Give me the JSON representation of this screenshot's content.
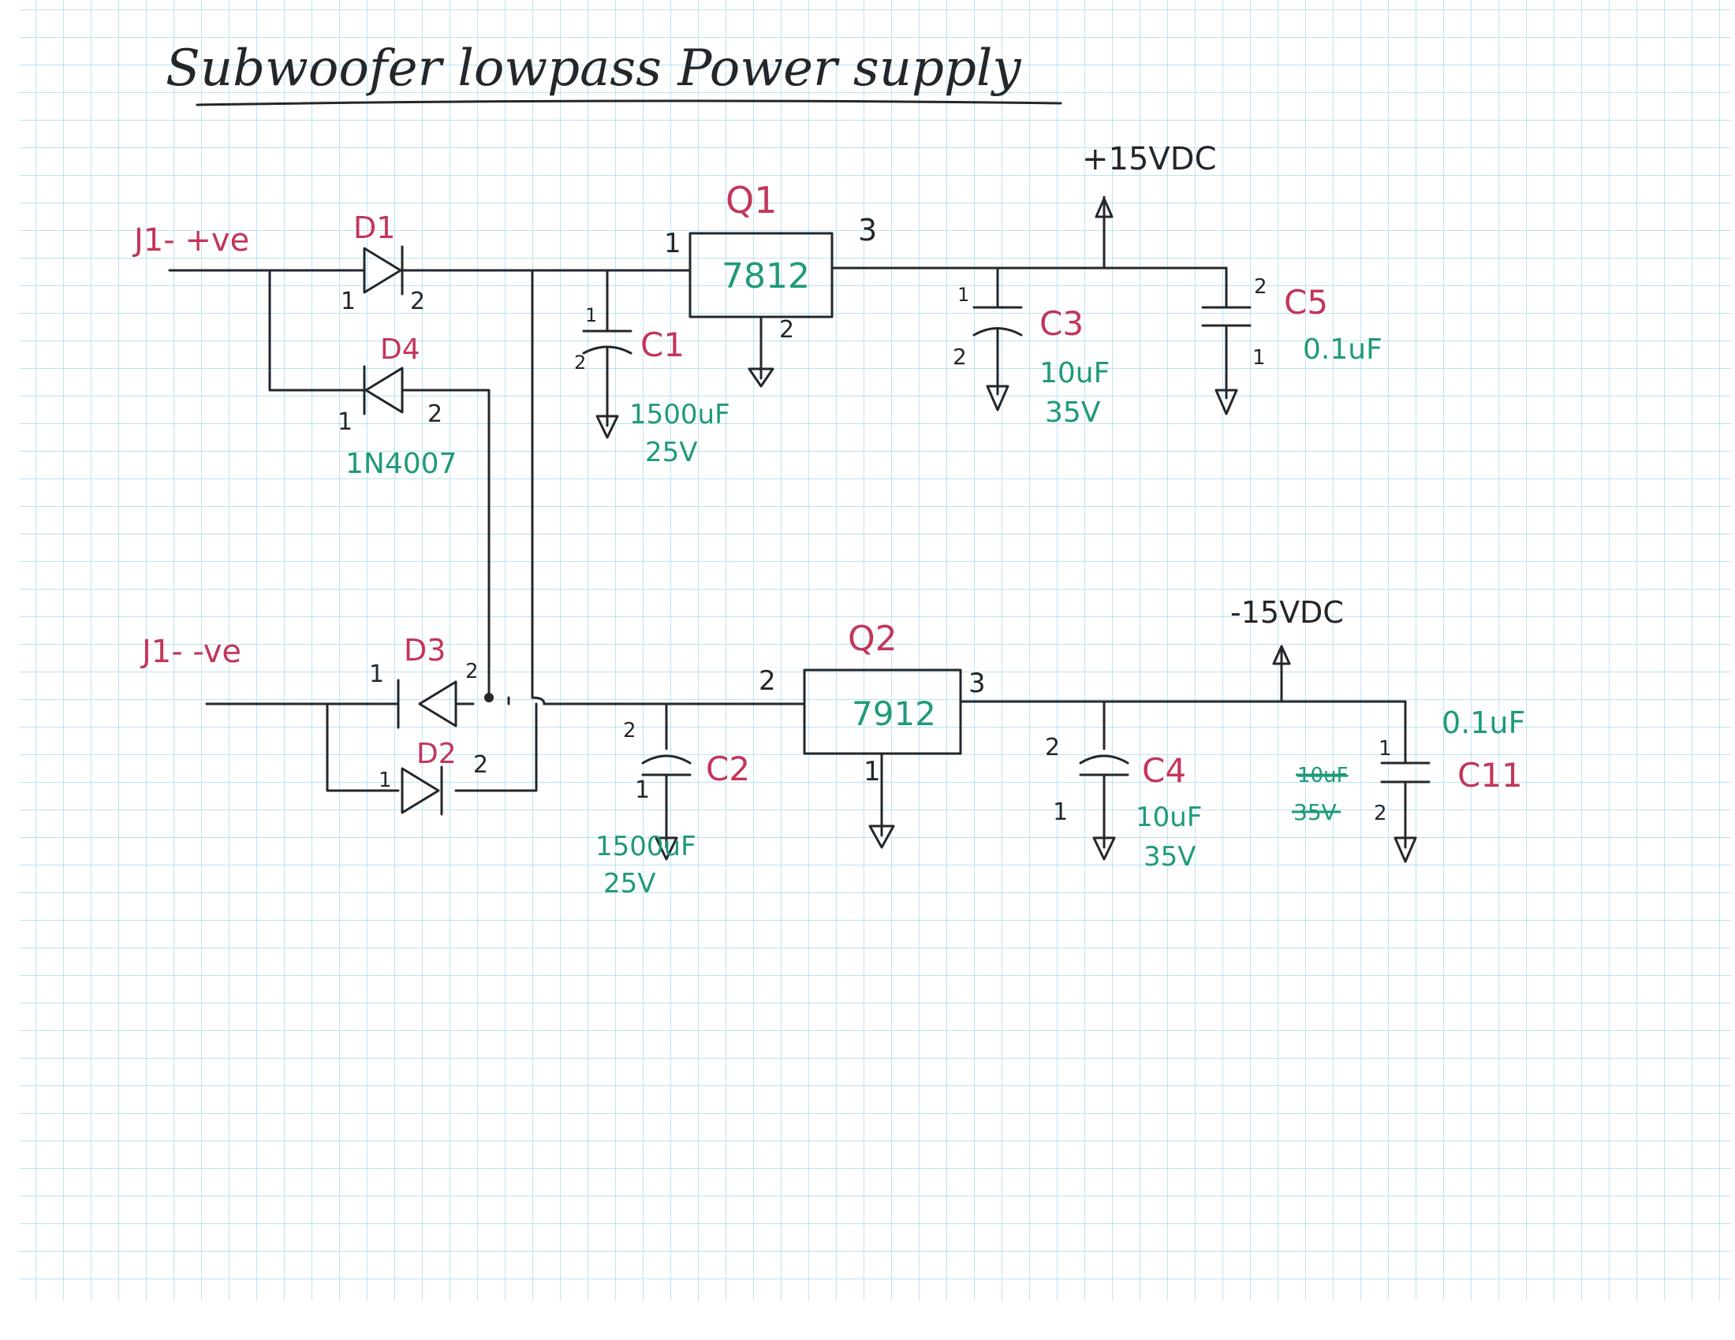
{
  "title": "Subwoofer lowpass Power supply",
  "connectors": {
    "j1_pos": "J1- +ve",
    "j1_neg": "J1- -ve"
  },
  "rails": {
    "pos": "+15VDC",
    "neg": "-15VDC"
  },
  "diodes": {
    "d1": {
      "ref": "D1",
      "pin1": "1",
      "pin2": "2"
    },
    "d4": {
      "ref": "D4",
      "pin1": "1",
      "pin2": "2",
      "part": "1N4007"
    },
    "d3": {
      "ref": "D3",
      "pin1": "1",
      "pin2": "2"
    },
    "d2": {
      "ref": "D2",
      "pin1": "1",
      "pin2": "2"
    }
  },
  "regulators": {
    "q1": {
      "ref": "Q1",
      "part": "7812",
      "pin_in": "1",
      "pin_gnd": "2",
      "pin_out": "3"
    },
    "q2": {
      "ref": "Q2",
      "part": "7912",
      "pin_in": "2",
      "pin_gnd": "1",
      "pin_out": "3"
    }
  },
  "capacitors": {
    "c1": {
      "ref": "C1",
      "value": "1500uF",
      "voltage": "25V",
      "pin1": "1",
      "pin2": "2"
    },
    "c2": {
      "ref": "C2",
      "value": "1500uF",
      "voltage": "25V",
      "pin1": "1",
      "pin2": "2"
    },
    "c3": {
      "ref": "C3",
      "value": "10uF",
      "voltage": "35V",
      "pin1": "1",
      "pin2": "2"
    },
    "c4": {
      "ref": "C4",
      "value": "10uF",
      "voltage": "35V",
      "pin1": "1",
      "pin2": "2"
    },
    "c5": {
      "ref": "C5",
      "value": "0.1uF",
      "pin1": "1",
      "pin2": "2"
    },
    "c11": {
      "ref": "C11",
      "value": "0.1uF",
      "pin1": "1",
      "pin2": "2",
      "struck_value": "10uF",
      "struck_voltage": "35V"
    }
  },
  "colors": {
    "ink": "#23272b",
    "ref_red": "#c2365a",
    "value_green": "#1f9a7a",
    "grid": "#a9d6ec"
  }
}
